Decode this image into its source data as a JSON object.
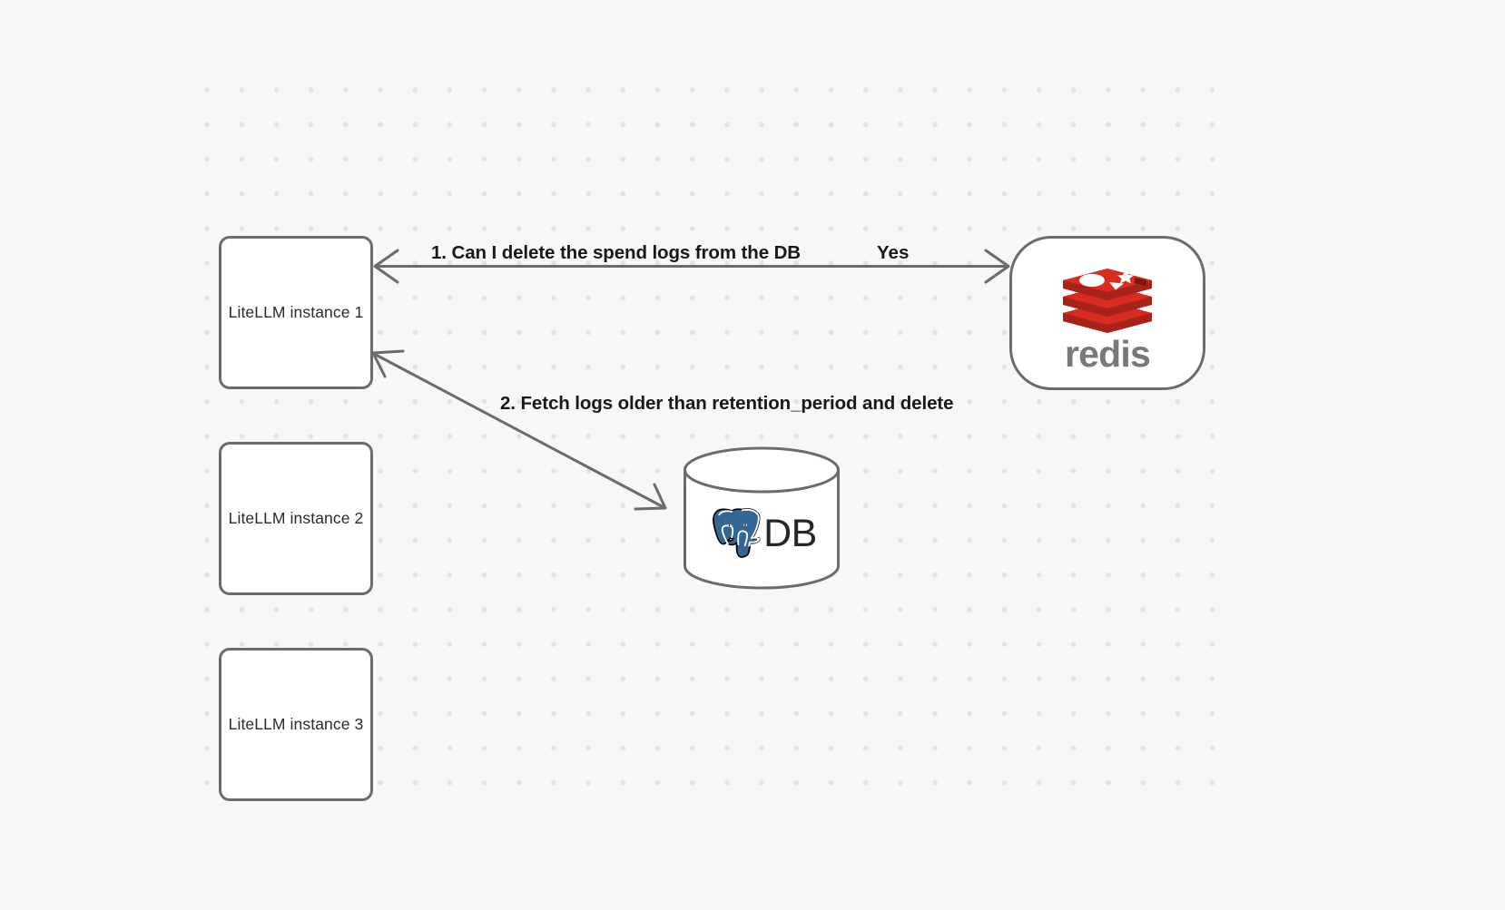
{
  "canvas": {
    "background_color": "#f7f7f8",
    "grid": "dot-grid",
    "grid_dot_color": "#e3e3e6"
  },
  "nodes": {
    "litellm_instances": [
      {
        "id": "litellm-1",
        "label": "LiteLLM instance 1"
      },
      {
        "id": "litellm-2",
        "label": "LiteLLM instance 2"
      },
      {
        "id": "litellm-3",
        "label": "LiteLLM instance 3"
      }
    ],
    "redis": {
      "wordmark": "redis",
      "wordmark_color": "#787878",
      "logo_color": "#d82c20",
      "logo_color_dark": "#a7231a",
      "icon": "redis-stack-logo"
    },
    "database": {
      "label": "DB",
      "icon": "postgresql-elephant-logo",
      "logo_color": "#336791",
      "shape": "cylinder"
    }
  },
  "edges": [
    {
      "id": "edge-1",
      "from": "litellm-1",
      "to": "redis",
      "direction": "bidirectional",
      "label": "1.  Can I delete the spend logs from the DB",
      "reply_label": "Yes"
    },
    {
      "id": "edge-2",
      "from": "litellm-1",
      "to": "database",
      "direction": "bidirectional",
      "label": "2.  Fetch logs older than retention_period and delete"
    }
  ],
  "stroke": {
    "color": "#6b6b6b",
    "width": 3
  }
}
